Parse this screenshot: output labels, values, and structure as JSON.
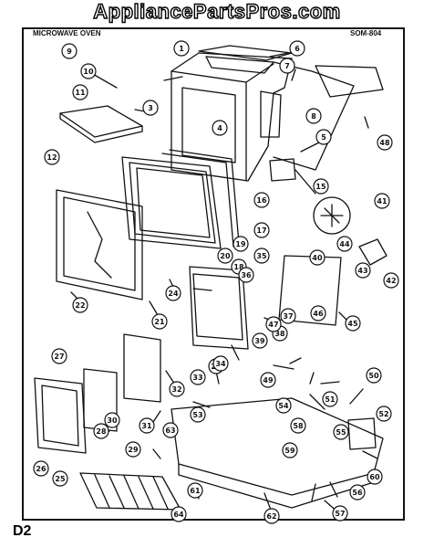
{
  "watermark": "AppliancePartsPros.com",
  "header": {
    "left": "MICROWAVE OVEN",
    "right": "SOM-804"
  },
  "page_code": "D2",
  "callouts": [
    "1",
    "3",
    "4",
    "5",
    "6",
    "7",
    "8",
    "9",
    "10",
    "11",
    "12",
    "15",
    "16",
    "17",
    "18",
    "19",
    "20",
    "21",
    "22",
    "23",
    "24",
    "25",
    "26",
    "27",
    "28",
    "29",
    "30",
    "31",
    "32",
    "33",
    "34",
    "35",
    "36",
    "37",
    "38",
    "39",
    "40",
    "41",
    "42",
    "43",
    "44",
    "45",
    "46",
    "47",
    "48",
    "49",
    "50",
    "51",
    "52",
    "53",
    "54",
    "55",
    "56",
    "57",
    "58",
    "59",
    "60",
    "61",
    "62",
    "63",
    "64"
  ]
}
